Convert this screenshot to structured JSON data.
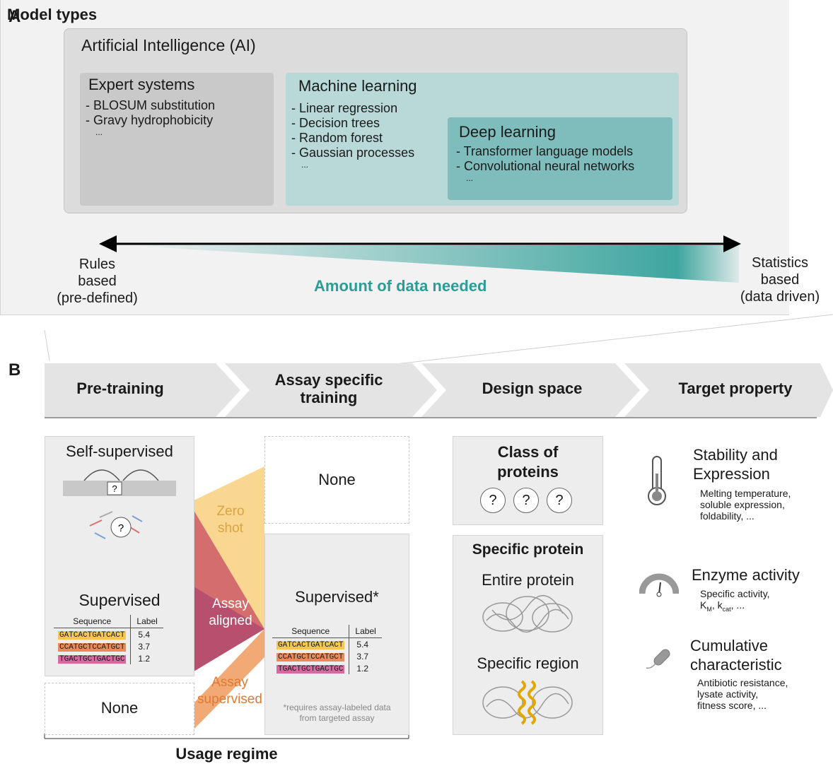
{
  "panel_a": {
    "letter": "A",
    "title": "Model types",
    "ai_label": "Artificial Intelligence (AI)",
    "expert": {
      "title": "Expert systems",
      "items": [
        "- BLOSUM substitution",
        "- Gravy hydrophobicity",
        "..."
      ]
    },
    "ml": {
      "title": "Machine learning",
      "items": [
        "- Linear regression",
        "- Decision trees",
        "- Random forest",
        "- Gaussian processes",
        "..."
      ]
    },
    "dl": {
      "title": "Deep learning",
      "items": [
        "- Transformer language models",
        "- Convolutional neural networks",
        "..."
      ]
    },
    "left_label": [
      "Rules",
      "based",
      "(pre-defined)"
    ],
    "right_label": [
      "Statistics",
      "based",
      "(data driven)"
    ],
    "data_needed": "Amount of data needed",
    "colors": {
      "teal": "#2a9d96",
      "ml_bg": "#b8d9d7",
      "dl_bg": "#7fbcbc",
      "ai_bg": "#dcdcdc",
      "expert_bg": "#c9c9c9"
    }
  },
  "panel_b": {
    "letter": "B",
    "stages": [
      "Pre-training",
      "Assay specific\ntraining",
      "Design space",
      "Target property"
    ],
    "usage_regime": "Usage regime",
    "pretraining": {
      "self_supervised": "Self-supervised",
      "q": "?",
      "supervised": "Supervised",
      "none": "None"
    },
    "assay": {
      "none": "None",
      "supervised": "Supervised*",
      "footnote": [
        "*requires assay-labeled data",
        "from targeted assay"
      ]
    },
    "table": {
      "headers": [
        "Sequence",
        "Label"
      ],
      "rows": [
        {
          "seq": "GATCACTGATCACT",
          "label": "5.4",
          "color": "#f6c64f"
        },
        {
          "seq": "CCATGCTCCATGCT",
          "label": "3.7",
          "color": "#e88a5a"
        },
        {
          "seq": "TGACTGCTGACTGC",
          "label": "1.2",
          "color": "#d46aa0"
        }
      ]
    },
    "regimes": {
      "zero_shot": [
        "Zero",
        "shot"
      ],
      "assay_aligned": [
        "Assay",
        "aligned"
      ],
      "assay_supervised": [
        "Assay",
        "supervised"
      ],
      "colors": {
        "zero": "#f7c96b",
        "aligned": "#b24a6e",
        "supervised": "#ef9a5d",
        "red": "#c94a4a"
      }
    },
    "design": {
      "class_title": [
        "Class of",
        "proteins"
      ],
      "specific_title": "Specific protein",
      "entire": "Entire protein",
      "region": "Specific region"
    },
    "targets": [
      {
        "title": [
          "Stability and",
          "Expression"
        ],
        "sub": [
          "Melting temperature,",
          "soluble expression,",
          "foldability, ..."
        ]
      },
      {
        "title": [
          "Enzyme activity"
        ],
        "sub": [
          "Specific activity,",
          "K",
          "M",
          ", k",
          "cat",
          ", ..."
        ]
      },
      {
        "title": [
          "Cumulative",
          "characteristic"
        ],
        "sub": [
          "Antibiotic resistance,",
          "lysate activity,",
          "fitness score, ..."
        ]
      }
    ]
  }
}
